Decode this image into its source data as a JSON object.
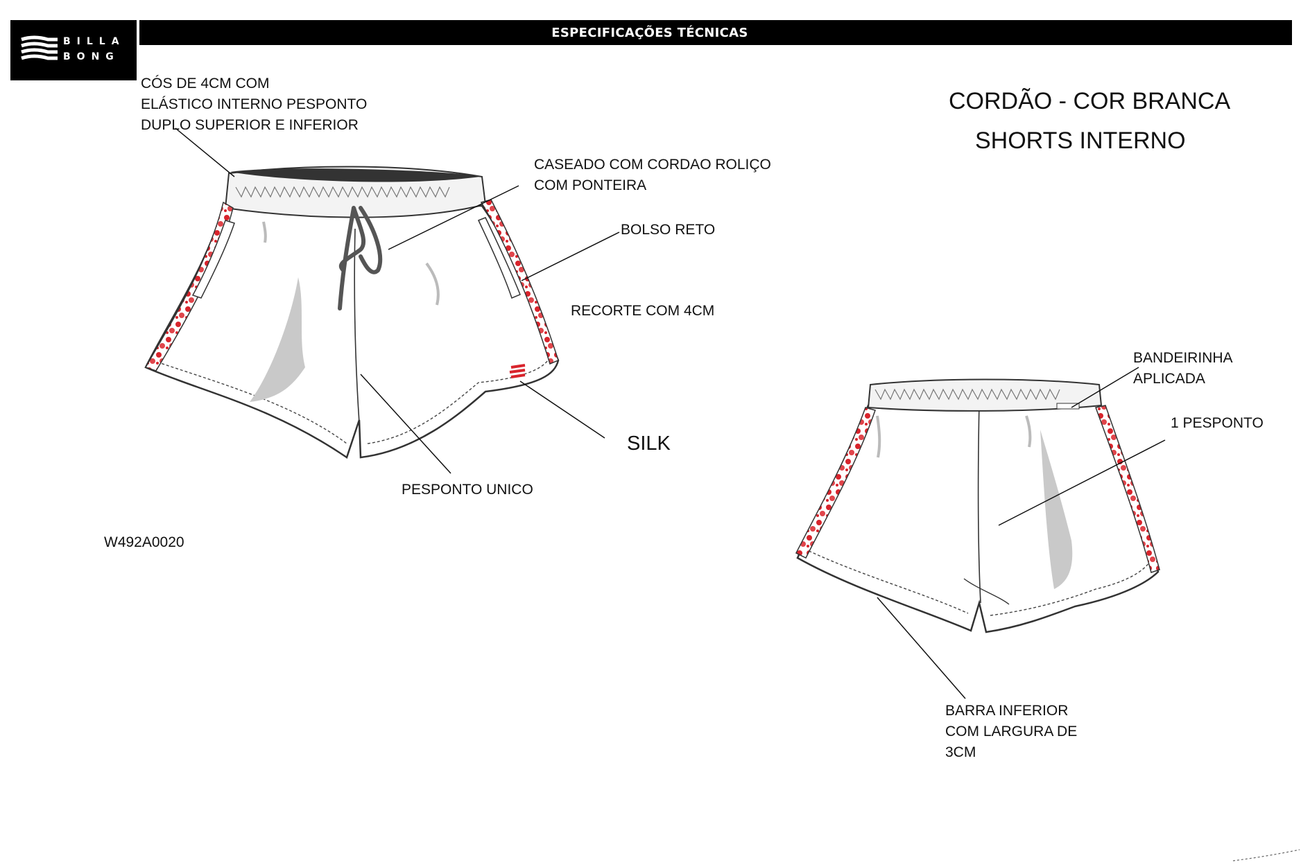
{
  "brand": {
    "line1": "BILLA",
    "line2": "BONG"
  },
  "header": {
    "title": "ESPECIFICAÇÕES TÉCNICAS"
  },
  "front_notes": {
    "waistband": "CÓS DE 4CM COM\nELÁSTICO INTERNO PESPONTO\nDUPLO SUPERIOR E INFERIOR",
    "drawcord": "CASEADO COM CORDAO ROLIÇO\nCOM PONTEIRA",
    "pocket": "BOLSO RETO",
    "panel": "RECORTE COM 4CM",
    "silk": "SILK",
    "stitch": "PESPONTO UNICO",
    "style_code": "W492A0020"
  },
  "side_notes": {
    "cord_color": "CORDÃO - COR BRANCA",
    "inner_shorts": "SHORTS INTERNO"
  },
  "back_notes": {
    "flag": "BANDEIRINHA\nAPLICADA",
    "stitch": "1 PESPONTO",
    "hem": "BARRA INFERIOR\nCOM LARGURA DE\n3CM"
  },
  "colors": {
    "header_bg": "#000000",
    "trim_red": "#d8242c",
    "outline": "#333333",
    "shadow": "#c9c9c9"
  }
}
